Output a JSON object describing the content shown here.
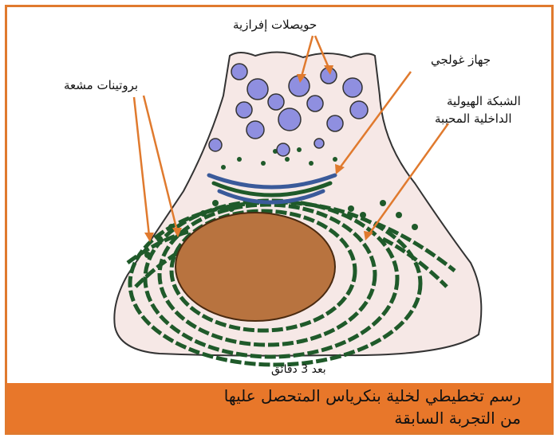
{
  "labels": {
    "secretory_vesicles": "حويصلات إفرازية",
    "golgi": "جهاز غولجي",
    "radioactive_proteins": "بروتينات مشعة",
    "rer_line1": "الشبكة الهيولية",
    "rer_line2": "الداخلية المحببة",
    "time": "بعد 3 دقائق"
  },
  "caption": {
    "line1": "رسم تخطيطي لخلية بنكرياس المتحصل عليها",
    "line2": "من التجربة السابقة"
  },
  "colors": {
    "frame": "#e07a2e",
    "cytoplasm": "#f5e6e6",
    "nucleus": "#b8733f",
    "vesicle": "#8f8fe0",
    "rer": "#1f5a2a",
    "arrow": "#e07a2e"
  }
}
